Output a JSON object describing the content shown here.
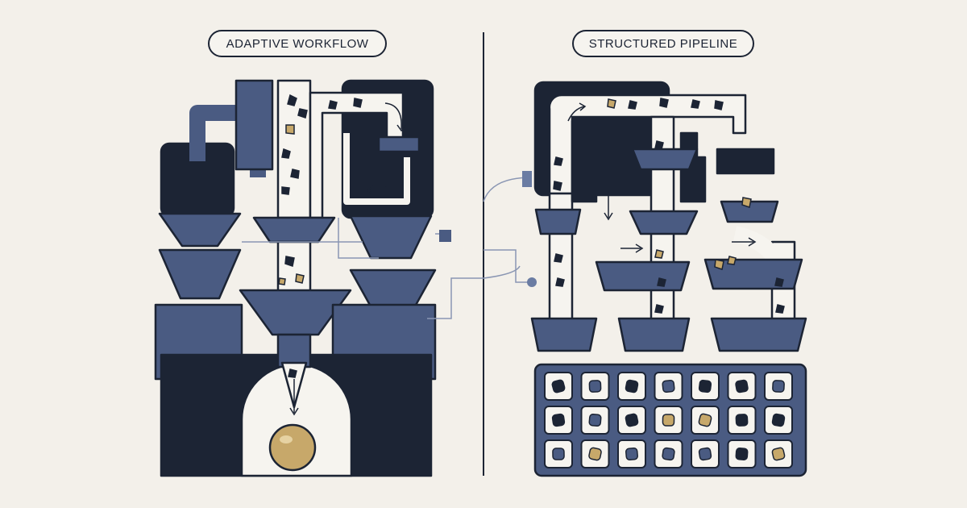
{
  "labels": {
    "left_title": "ADAPTIVE WORKFLOW",
    "right_title": "STRUCTURED PIPELINE"
  },
  "colors": {
    "background": "#f3f0ea",
    "navy": "#1c2434",
    "slate": "#4a5b82",
    "slate_light": "#6a7ca3",
    "cream": "#f6f4ef",
    "gold": "#c7a86a"
  },
  "grid": {
    "rows": 3,
    "cols": 7,
    "cells": [
      [
        "navy",
        "slate",
        "navy",
        "slate",
        "navy",
        "navy",
        "slate"
      ],
      [
        "navy",
        "slate",
        "navy",
        "gold",
        "gold",
        "navy",
        "navy"
      ],
      [
        "slate",
        "gold",
        "slate",
        "slate",
        "slate",
        "navy",
        "gold"
      ]
    ]
  }
}
